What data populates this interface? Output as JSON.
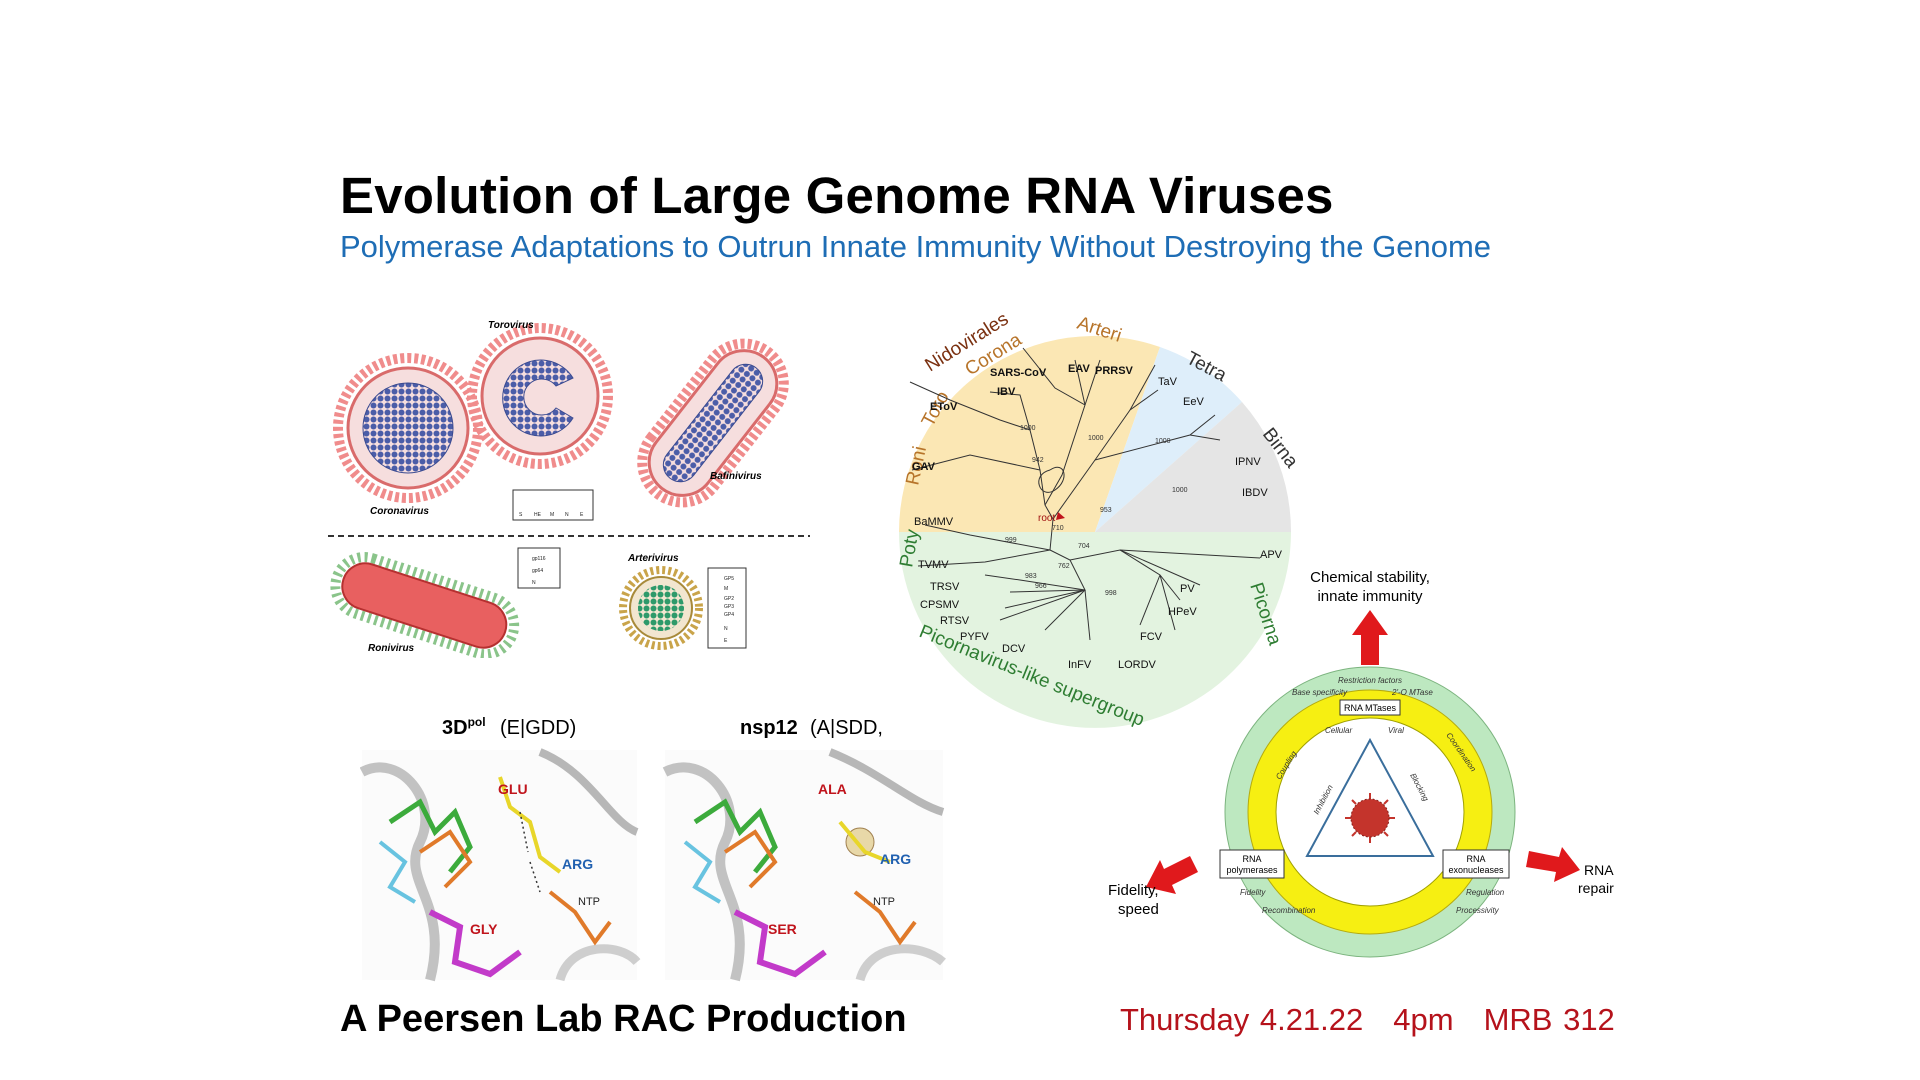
{
  "slide": {
    "title": "Evolution of Large Genome RNA Viruses",
    "subtitle": "Polymerase Adaptations to Outrun Innate Immunity Without Destroying the Genome",
    "footer_left": "A Peersen Lab RAC Production",
    "footer_date": "Thursday 4.21.22",
    "footer_time": "4pm",
    "footer_room": "MRB 312"
  },
  "virions": {
    "torovirus": "Torovirus",
    "coronavirus": "Coronavirus",
    "bafinivirus": "Bafinivirus",
    "ronivirus": "Ronivirus",
    "arterivirus": "Arterivirus",
    "legend1": [
      "S",
      "HE",
      "M",
      "N",
      "E"
    ],
    "legend2": [
      "gp116",
      "gp64",
      "N"
    ],
    "legend3": [
      "GP5",
      "M",
      "GP2",
      "GP3",
      "GP4",
      "N",
      "E"
    ]
  },
  "structures": {
    "left_title": "3D",
    "left_sup": "pol",
    "left_motif": "(E|GDD)",
    "right_title": "nsp12",
    "right_motif": "(A|SDD,",
    "left_labels": [
      "GLU",
      "ARG",
      "NTP",
      "GLY"
    ],
    "right_labels": [
      "ALA",
      "ARG",
      "NTP",
      "SER"
    ]
  },
  "tree": {
    "groups": [
      "Nidovirales",
      "Corona",
      "Arteri",
      "Toro",
      "Roni",
      "Tetra",
      "Birna",
      "Poty",
      "Picorna",
      "Picornavirus-like supergroup"
    ],
    "leaves": [
      "SARS-CoV",
      "IBV",
      "EAV",
      "PRRSV",
      "EToV",
      "GAV",
      "TaV",
      "EeV",
      "IPNV",
      "IBDV",
      "BaMMV",
      "TVMV",
      "TRSV",
      "CPSMV",
      "RTSV",
      "PYFV",
      "DCV",
      "InFV",
      "LORDV",
      "FCV",
      "HPeV",
      "PV",
      "APV"
    ],
    "bootstraps": [
      "1000",
      "1000",
      "942",
      "1000",
      "1000",
      "953",
      "710",
      "999",
      "704",
      "983",
      "762",
      "966",
      "998"
    ],
    "root": "root"
  },
  "cycle": {
    "top_label_1": "Chemical stability,",
    "top_label_2": "innate immunity",
    "left_label_1": "Fidelity,",
    "left_label_2": "speed",
    "right_label_1": "RNA",
    "right_label_2": "repair",
    "outer_top": [
      "Restriction factors",
      "Base specificity",
      "2'-O MTase"
    ],
    "box_top": "RNA MTases",
    "box_left_1": "RNA",
    "box_left_2": "polymerases",
    "box_right_1": "RNA",
    "box_right_2": "exonucleases",
    "inner": [
      "Cellular",
      "Viral",
      "Coupling",
      "Coordination",
      "Inhibition",
      "Blocking",
      "Fidelity",
      "Recombination",
      "Regulation",
      "Processivity"
    ]
  }
}
